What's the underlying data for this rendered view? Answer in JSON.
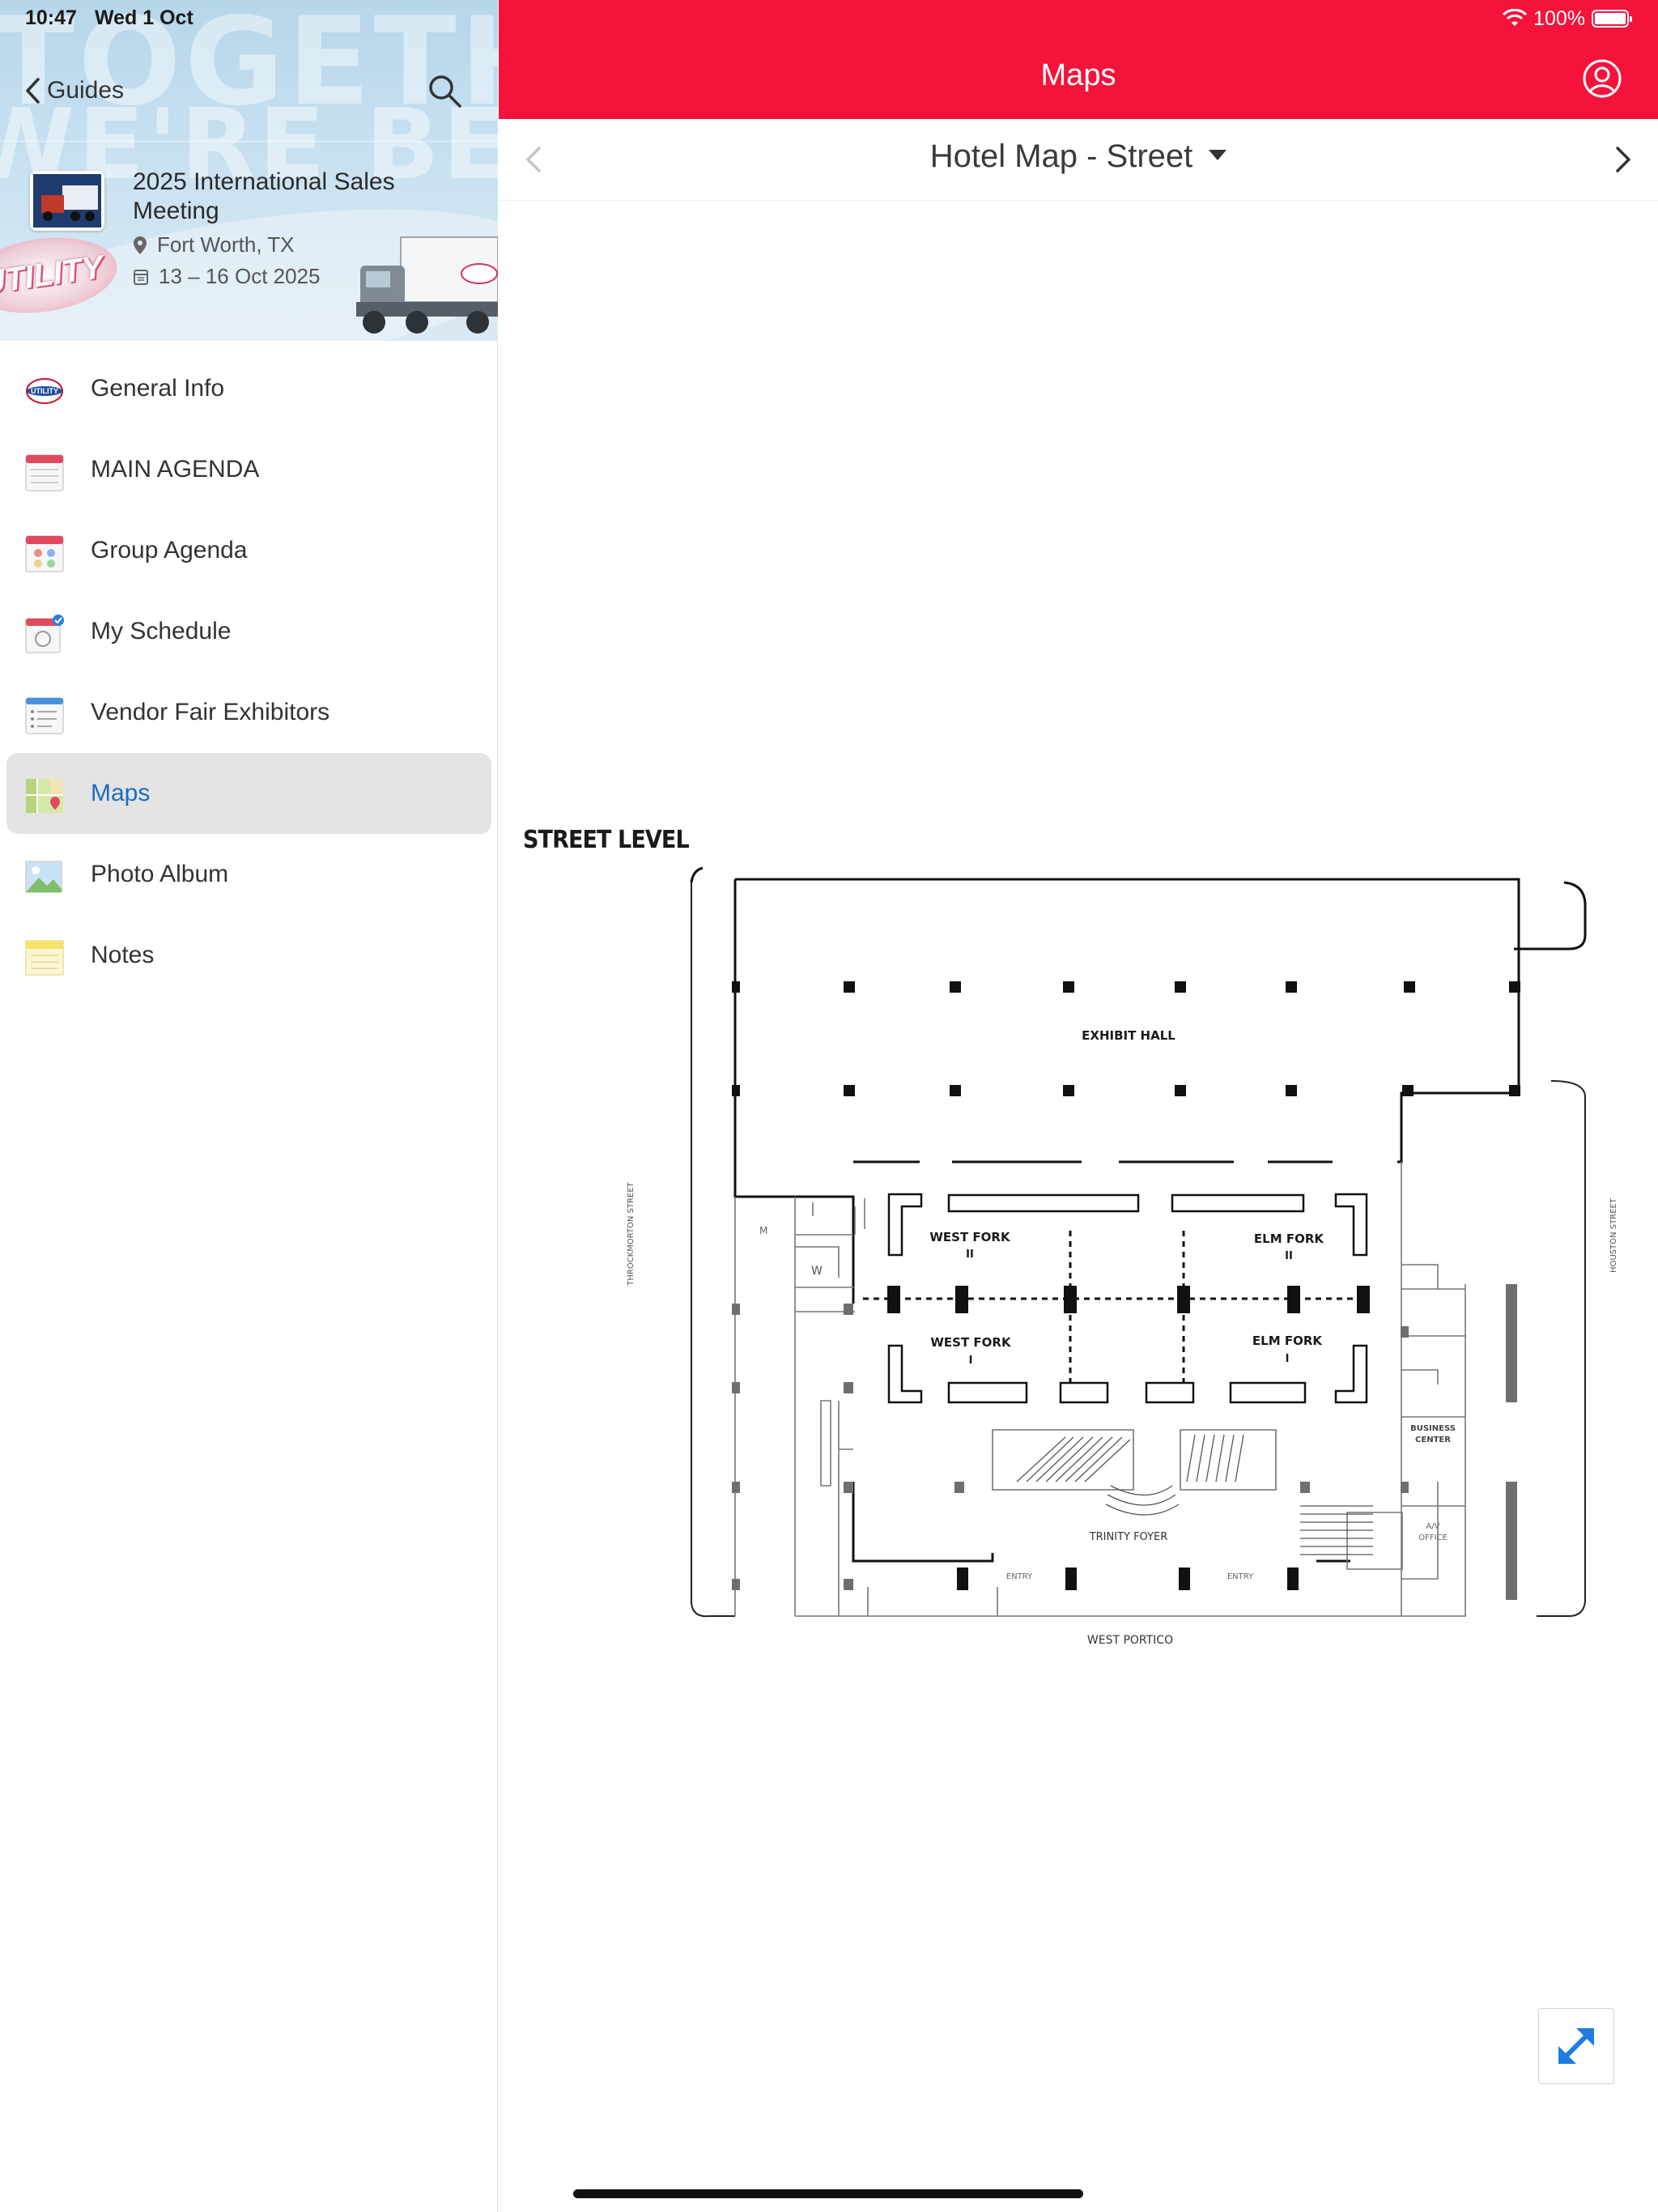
{
  "status": {
    "time": "10:47",
    "date": "Wed 1 Oct",
    "battery": "100%"
  },
  "sidebar": {
    "back_label": "Guides",
    "header_bg_words": [
      "TOGETHE",
      "WE'RE BETTE"
    ],
    "logo_text": "UTILITY",
    "event": {
      "title": "2025 International Sales Meeting",
      "location": "Fort Worth, TX",
      "dates": "13 – 16 Oct 2025"
    },
    "items": [
      {
        "label": "General Info",
        "icon": "utility-logo-icon"
      },
      {
        "label": "MAIN AGENDA",
        "icon": "calendar-icon"
      },
      {
        "label": "Group Agenda",
        "icon": "group-calendar-icon"
      },
      {
        "label": "My Schedule",
        "icon": "schedule-icon"
      },
      {
        "label": "Vendor Fair Exhibitors",
        "icon": "list-icon"
      },
      {
        "label": "Maps",
        "icon": "map-icon",
        "active": true
      },
      {
        "label": "Photo Album",
        "icon": "photo-icon"
      },
      {
        "label": "Notes",
        "icon": "notes-icon"
      }
    ]
  },
  "main": {
    "title": "Maps",
    "map_selector": "Hotel Map - Street",
    "map": {
      "level_title": "STREET LEVEL",
      "labels": {
        "exhibit_hall": "EXHIBIT HALL",
        "west_fork_2": [
          "WEST FORK",
          "II"
        ],
        "elm_fork_2": [
          "ELM FORK",
          "II"
        ],
        "west_fork_1": [
          "WEST FORK",
          "I"
        ],
        "elm_fork_1": [
          "ELM FORK",
          "I"
        ],
        "trinity_foyer": "TRINITY FOYER",
        "west_portico": "WEST PORTICO",
        "business_center": [
          "BUSINESS",
          "CENTER"
        ],
        "av_office": [
          "A/V",
          "OFFICE"
        ],
        "entry_left": "ENTRY",
        "entry_right": "ENTRY",
        "throckmorton": "THROCKMORTON STREET",
        "houston": "HOUSTON STREET",
        "restroom_m": "M",
        "restroom_w": "W"
      }
    }
  },
  "colors": {
    "accent": "#f5123b",
    "active_text": "#1a6ec0",
    "active_bg": "#e4e4e4",
    "expand_icon": "#1f7de0"
  }
}
